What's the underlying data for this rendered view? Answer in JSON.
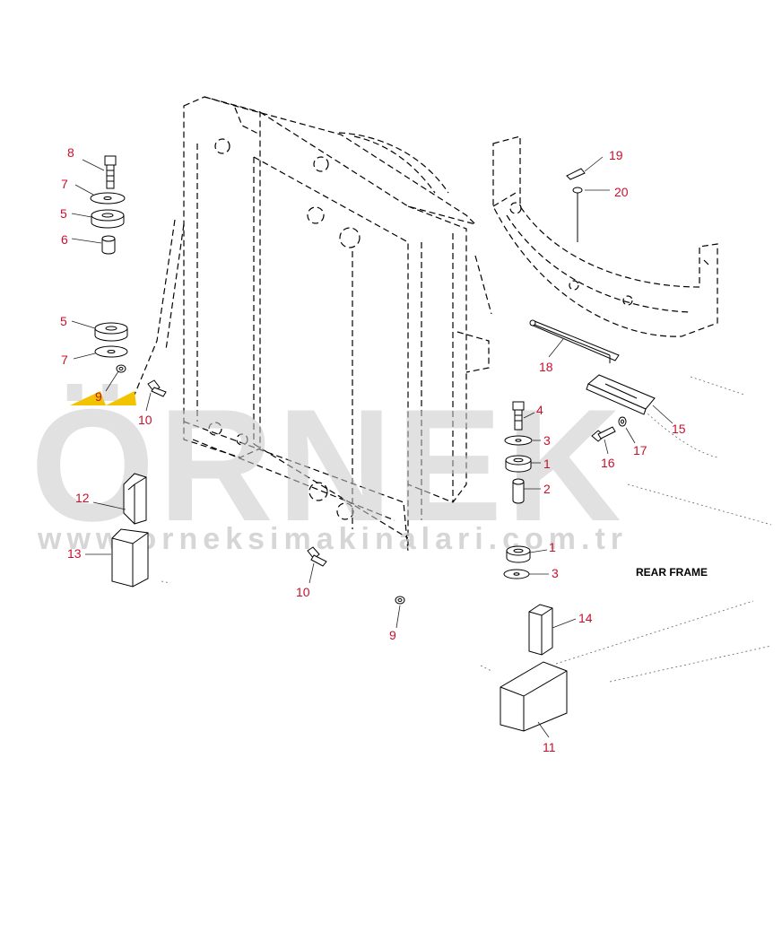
{
  "watermark": {
    "brand": "ÖRNEK",
    "url": "www.orneksimakinalari.com.tr",
    "accent_color": "#f2c400",
    "text_color": "#c9c9c9"
  },
  "labels": {
    "rear_frame": "REAR FRAME"
  },
  "callouts": [
    {
      "num": "8"
    },
    {
      "num": "7"
    },
    {
      "num": "5"
    },
    {
      "num": "6"
    },
    {
      "num": "5"
    },
    {
      "num": "7"
    },
    {
      "num": "9"
    },
    {
      "num": "10"
    },
    {
      "num": "12"
    },
    {
      "num": "13"
    },
    {
      "num": "10"
    },
    {
      "num": "9"
    },
    {
      "num": "19"
    },
    {
      "num": "20"
    },
    {
      "num": "18"
    },
    {
      "num": "15"
    },
    {
      "num": "4"
    },
    {
      "num": "3"
    },
    {
      "num": "1"
    },
    {
      "num": "2"
    },
    {
      "num": "16"
    },
    {
      "num": "17"
    },
    {
      "num": "1"
    },
    {
      "num": "3"
    },
    {
      "num": "14"
    },
    {
      "num": "11"
    }
  ],
  "callout_color": "#c8102e"
}
